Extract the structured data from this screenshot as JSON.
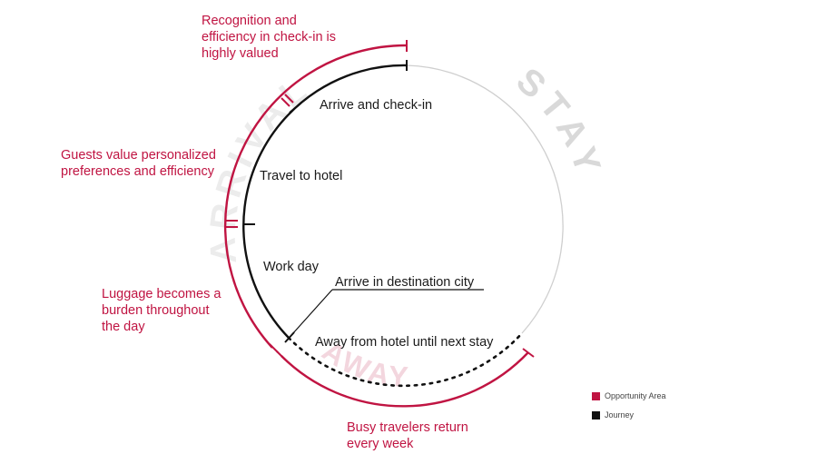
{
  "stages": {
    "arrival": "ARRIVAL",
    "stay": "STAY",
    "away": "AWAY"
  },
  "annotations": {
    "recognition": "Recognition and\nefficiency in check-in is\nhighly valued",
    "preferences": "Guests value personalized\npreferences and efficiency",
    "luggage": "Luggage becomes a\nburden throughout\nthe day",
    "busy": "Busy travelers return\nevery week"
  },
  "journey_steps": {
    "arrive_checkin": "Arrive and check-in",
    "travel_hotel": "Travel to hotel",
    "work_day": "Work day",
    "arrive_city": "Arrive in destination city",
    "away_hotel": "Away from hotel until next stay"
  },
  "legend": {
    "opportunity": "Opportunity Area",
    "journey": "Journey"
  },
  "colors": {
    "opportunity": "#c01442",
    "journey": "#111111",
    "stay_ring": "#cfcfcf",
    "stage_text": "#d9d9d9"
  }
}
